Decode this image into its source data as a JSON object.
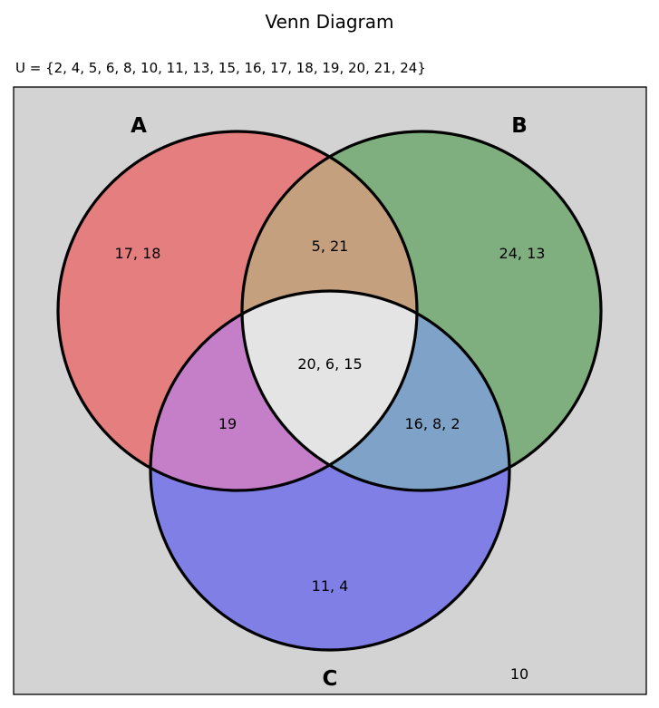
{
  "title": "Venn Diagram",
  "universe": "U = {2, 4, 5, 6, 8, 10, 11, 13, 15, 16, 17, 18, 19, 20, 21, 24}",
  "colors": {
    "background": "#d3d3d3",
    "a_only": "#e57f7f",
    "b_only": "#7faf7f",
    "c_only": "#7f7fe5",
    "ab": "#c4a07f",
    "ac": "#c47fc8",
    "bc": "#7fa3c8",
    "abc": "#e4e4e4",
    "outline": "#000000"
  },
  "sets": {
    "a": {
      "label": "A"
    },
    "b": {
      "label": "B"
    },
    "c": {
      "label": "C"
    }
  },
  "regions": {
    "a_only": "17, 18",
    "b_only": "24, 13",
    "c_only": "11, 4",
    "ab": "5, 21",
    "ac": "19",
    "bc": "16, 8, 2",
    "abc": "20, 6, 15",
    "outside": "10"
  }
}
